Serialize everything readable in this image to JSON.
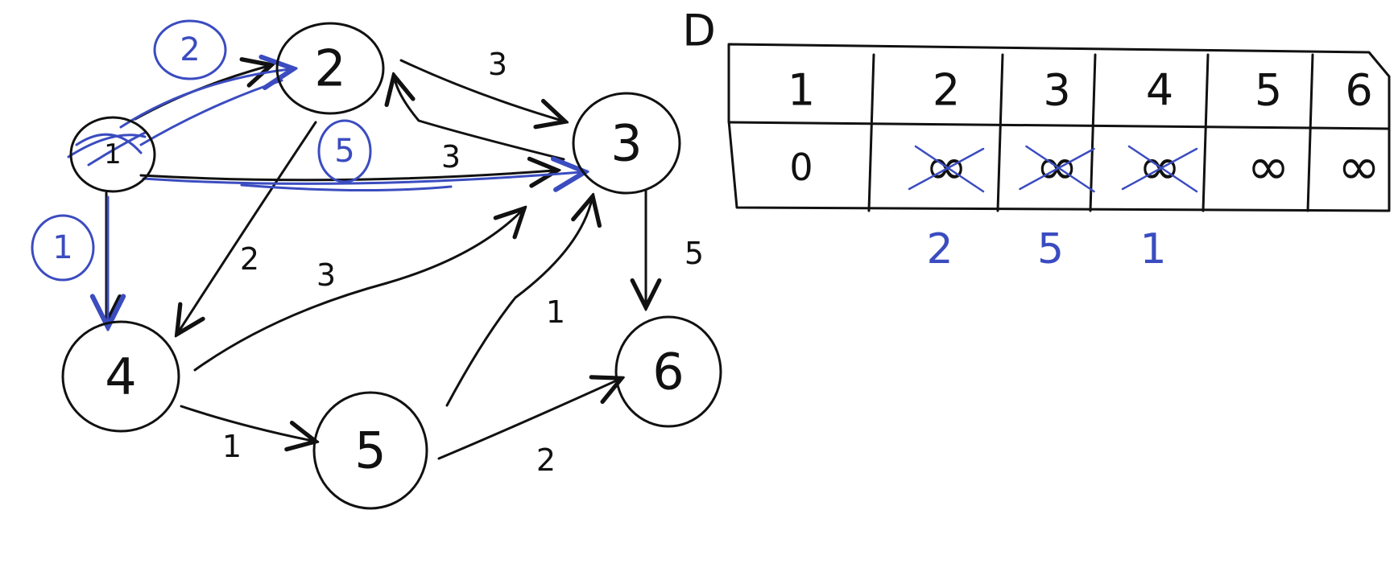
{
  "colors": {
    "ink": "#111111",
    "annotation": "#3b4cc0",
    "highlight": "#e02020"
  },
  "graph": {
    "nodes": [
      {
        "id": "1",
        "label": "1"
      },
      {
        "id": "2",
        "label": "2"
      },
      {
        "id": "3",
        "label": "3"
      },
      {
        "id": "4",
        "label": "4"
      },
      {
        "id": "5",
        "label": "5"
      },
      {
        "id": "6",
        "label": "6"
      }
    ],
    "edges": [
      {
        "from": "1",
        "to": "2",
        "weight": ""
      },
      {
        "from": "1",
        "to": "3",
        "weight": "3"
      },
      {
        "from": "1",
        "to": "4",
        "weight": ""
      },
      {
        "from": "2",
        "to": "3",
        "weight": "3"
      },
      {
        "from": "3",
        "to": "2",
        "weight": ""
      },
      {
        "from": "2",
        "to": "4",
        "weight": "2"
      },
      {
        "from": "4",
        "to": "3",
        "weight": "3"
      },
      {
        "from": "4",
        "to": "5",
        "weight": "1"
      },
      {
        "from": "5",
        "to": "3",
        "weight": "1"
      },
      {
        "from": "5",
        "to": "6",
        "weight": "2"
      },
      {
        "from": "3",
        "to": "6",
        "weight": "5"
      }
    ],
    "annotations": [
      {
        "edge": "1-2",
        "text": "2"
      },
      {
        "edge": "1-3",
        "text": "5"
      },
      {
        "edge": "1-4",
        "text": "1"
      }
    ]
  },
  "table": {
    "title": "D",
    "headers": [
      "1",
      "2",
      "3",
      "4",
      "5",
      "6"
    ],
    "values": [
      "0",
      "∞",
      "∞",
      "∞",
      "∞",
      "∞"
    ],
    "crossed": [
      false,
      true,
      true,
      true,
      false,
      false
    ],
    "updates": [
      "",
      "2",
      "5",
      "1",
      "",
      ""
    ]
  }
}
